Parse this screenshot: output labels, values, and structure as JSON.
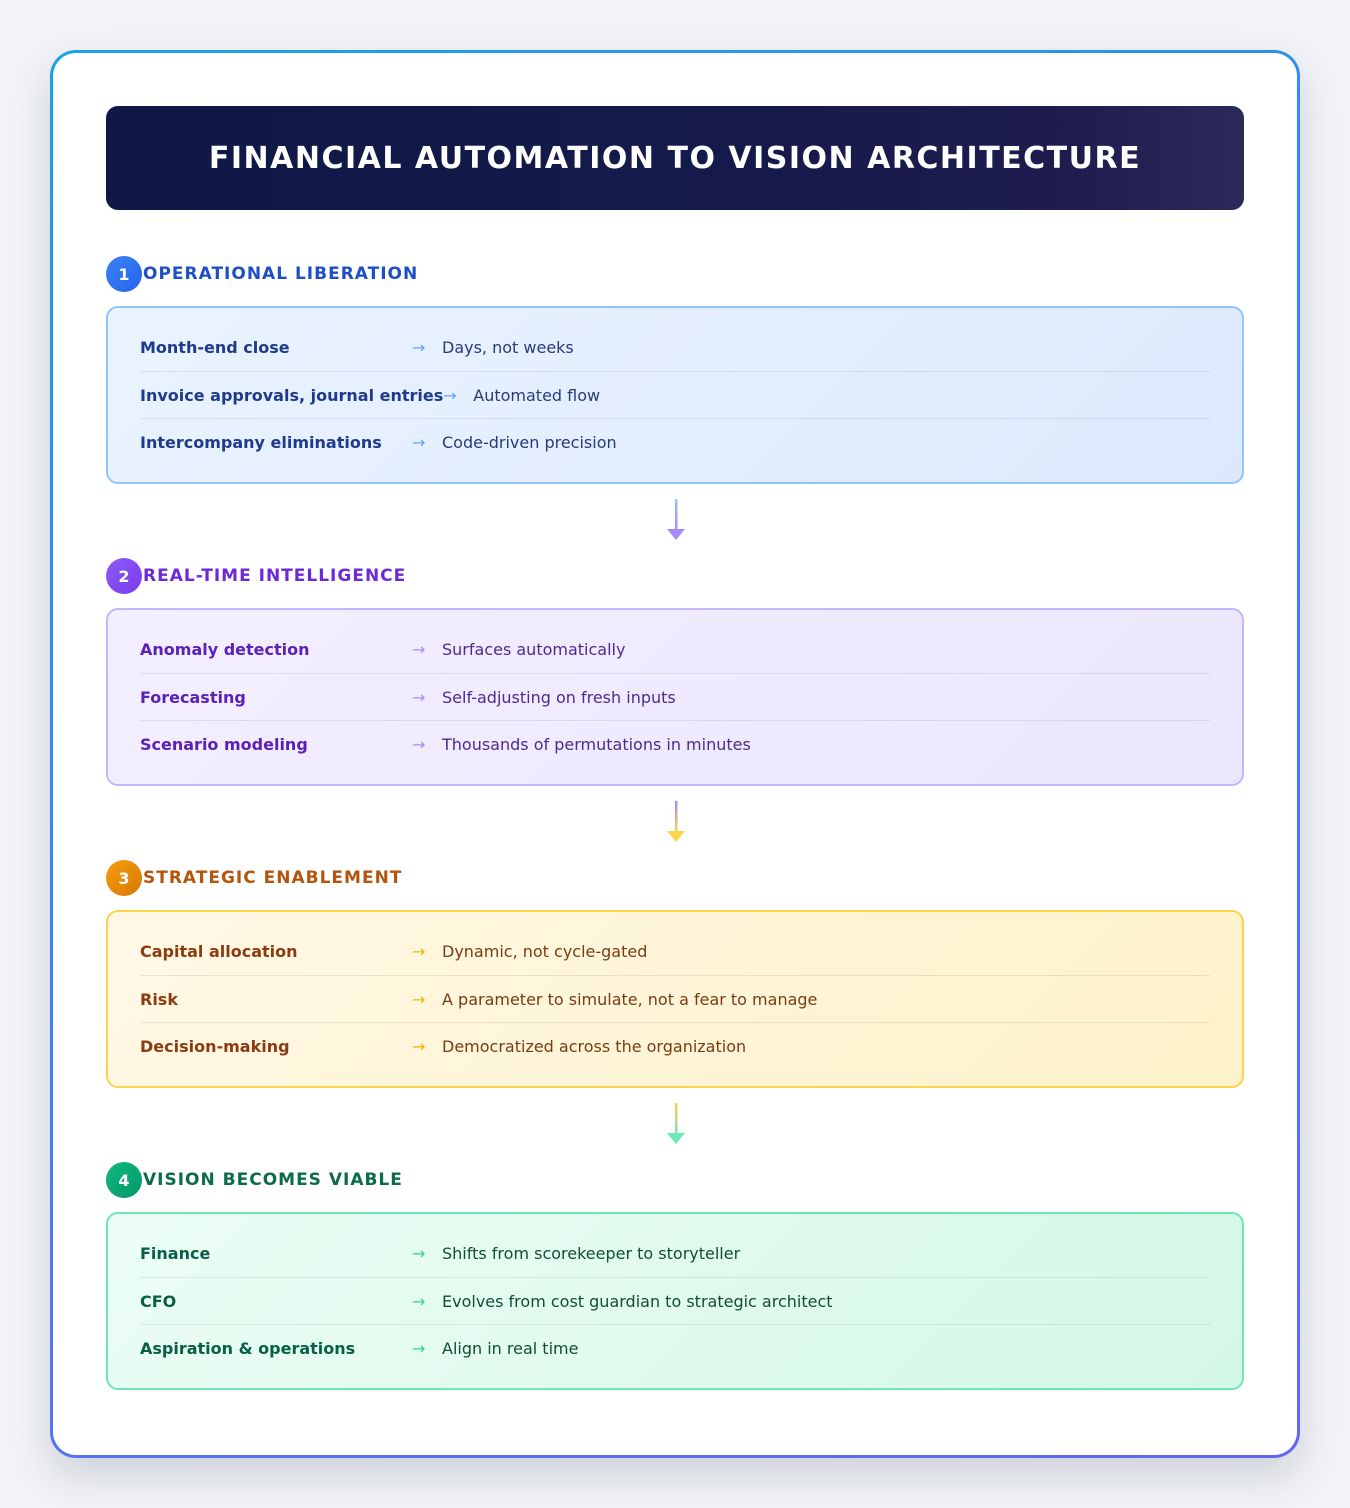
{
  "title": "FINANCIAL AUTOMATION TO VISION ARCHITECTURE",
  "arrow_glyph": "→",
  "sections": [
    {
      "number": "1",
      "title": "OPERATIONAL LIBERATION",
      "rows": [
        {
          "label": "Month-end close",
          "desc": "Days, not weeks"
        },
        {
          "label": "Invoice approvals, journal entries",
          "desc": "Automated flow"
        },
        {
          "label": "Intercompany eliminations",
          "desc": "Code-driven precision"
        }
      ]
    },
    {
      "number": "2",
      "title": "REAL-TIME INTELLIGENCE",
      "rows": [
        {
          "label": "Anomaly detection",
          "desc": "Surfaces automatically"
        },
        {
          "label": "Forecasting",
          "desc": "Self-adjusting on fresh inputs"
        },
        {
          "label": "Scenario modeling",
          "desc": "Thousands of permutations in minutes"
        }
      ]
    },
    {
      "number": "3",
      "title": "STRATEGIC ENABLEMENT",
      "rows": [
        {
          "label": "Capital allocation",
          "desc": "Dynamic, not cycle-gated"
        },
        {
          "label": "Risk",
          "desc": "A parameter to simulate, not a fear to manage"
        },
        {
          "label": "Decision-making",
          "desc": "Democratized across the organization"
        }
      ]
    },
    {
      "number": "4",
      "title": "VISION BECOMES VIABLE",
      "rows": [
        {
          "label": "Finance",
          "desc": "Shifts from scorekeeper to storyteller"
        },
        {
          "label": "CFO",
          "desc": "Evolves from cost guardian to strategic architect"
        },
        {
          "label": "Aspiration & operations",
          "desc": "Align in real time"
        }
      ]
    }
  ],
  "colors": {
    "section_1": "#2563eb",
    "section_2": "#7c3aed",
    "section_3": "#d97706",
    "section_4": "#059669"
  }
}
